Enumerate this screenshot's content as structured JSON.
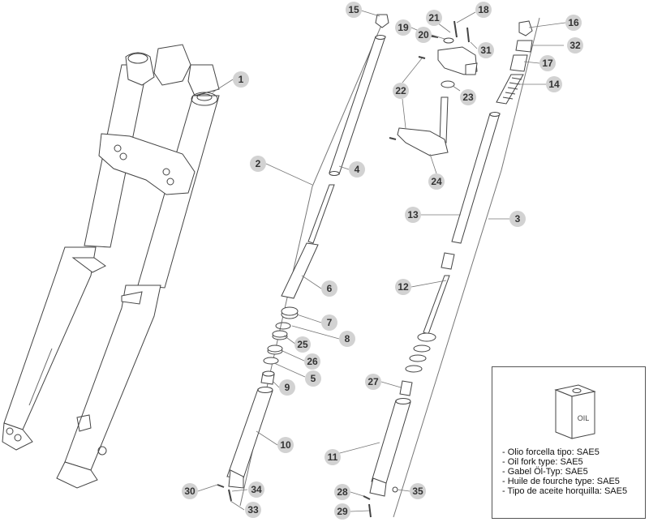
{
  "colors": {
    "callout_fill": "#d2d2d2",
    "callout_text": "#333333",
    "line": "#444444",
    "leader": "#777777"
  },
  "callouts": [
    {
      "id": "c1",
      "label": "1"
    },
    {
      "id": "c2",
      "label": "2"
    },
    {
      "id": "c3",
      "label": "3"
    },
    {
      "id": "c4",
      "label": "4"
    },
    {
      "id": "c5",
      "label": "5"
    },
    {
      "id": "c6",
      "label": "6"
    },
    {
      "id": "c7",
      "label": "7"
    },
    {
      "id": "c8",
      "label": "8"
    },
    {
      "id": "c9",
      "label": "9"
    },
    {
      "id": "c10",
      "label": "10"
    },
    {
      "id": "c11",
      "label": "11"
    },
    {
      "id": "c12",
      "label": "12"
    },
    {
      "id": "c13",
      "label": "13"
    },
    {
      "id": "c14",
      "label": "14"
    },
    {
      "id": "c15",
      "label": "15"
    },
    {
      "id": "c16",
      "label": "16"
    },
    {
      "id": "c17",
      "label": "17"
    },
    {
      "id": "c18",
      "label": "18"
    },
    {
      "id": "c19",
      "label": "19"
    },
    {
      "id": "c20",
      "label": "20"
    },
    {
      "id": "c21",
      "label": "21"
    },
    {
      "id": "c22",
      "label": "22"
    },
    {
      "id": "c23",
      "label": "23"
    },
    {
      "id": "c24",
      "label": "24"
    },
    {
      "id": "c25",
      "label": "25"
    },
    {
      "id": "c26",
      "label": "26"
    },
    {
      "id": "c27",
      "label": "27"
    },
    {
      "id": "c28",
      "label": "28"
    },
    {
      "id": "c29",
      "label": "29"
    },
    {
      "id": "c30",
      "label": "30"
    },
    {
      "id": "c31",
      "label": "31"
    },
    {
      "id": "c32",
      "label": "32"
    },
    {
      "id": "c33",
      "label": "33"
    },
    {
      "id": "c34",
      "label": "34"
    },
    {
      "id": "c35",
      "label": "35"
    }
  ],
  "legend": {
    "can_label": "OIL",
    "lines": [
      "- Olio forcella tipo: SAE5",
      "- Oil fork type: SAE5",
      "- Gabel Öl-Typ: SAE5",
      "- Huile de fourche type: SAE5",
      "- Tipo de aceite horquilla: SAE5"
    ]
  }
}
